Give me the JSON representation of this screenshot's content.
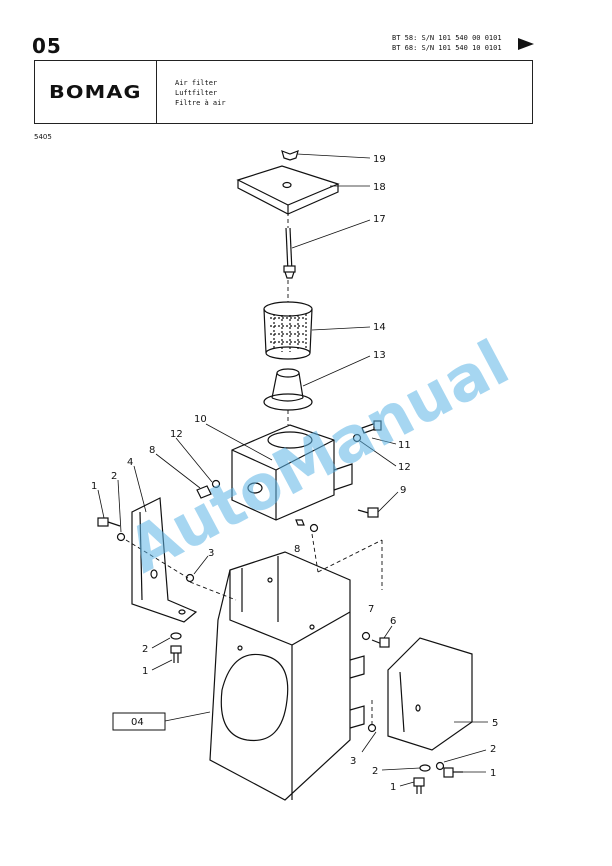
{
  "header": {
    "section_number": "05",
    "serials": [
      "BT 58: S/N 101 540 00 0101",
      "BT 68: S/N 101 540 10 0101"
    ],
    "logo": "BOMAG",
    "titles": [
      "Air filter",
      "Luftfilter",
      "Filtre à air"
    ],
    "page_code": "5405"
  },
  "diagram": {
    "reference_box": "04",
    "watermark": "AutoManual",
    "callouts": {
      "c19": "19",
      "c18": "18",
      "c17": "17",
      "c14": "14",
      "c13": "13",
      "c10": "10",
      "c11": "11",
      "c12a": "12",
      "c12b": "12",
      "c8a": "8",
      "c8b": "8",
      "c9": "9",
      "c4": "4",
      "c2a": "2",
      "c1a": "1",
      "c3a": "3",
      "c2b": "2",
      "c1b": "1",
      "c6": "6",
      "c7": "7",
      "c5": "5",
      "c2c": "2",
      "c1c": "1",
      "c3b": "3",
      "c2d": "2",
      "c1d": "1"
    }
  }
}
